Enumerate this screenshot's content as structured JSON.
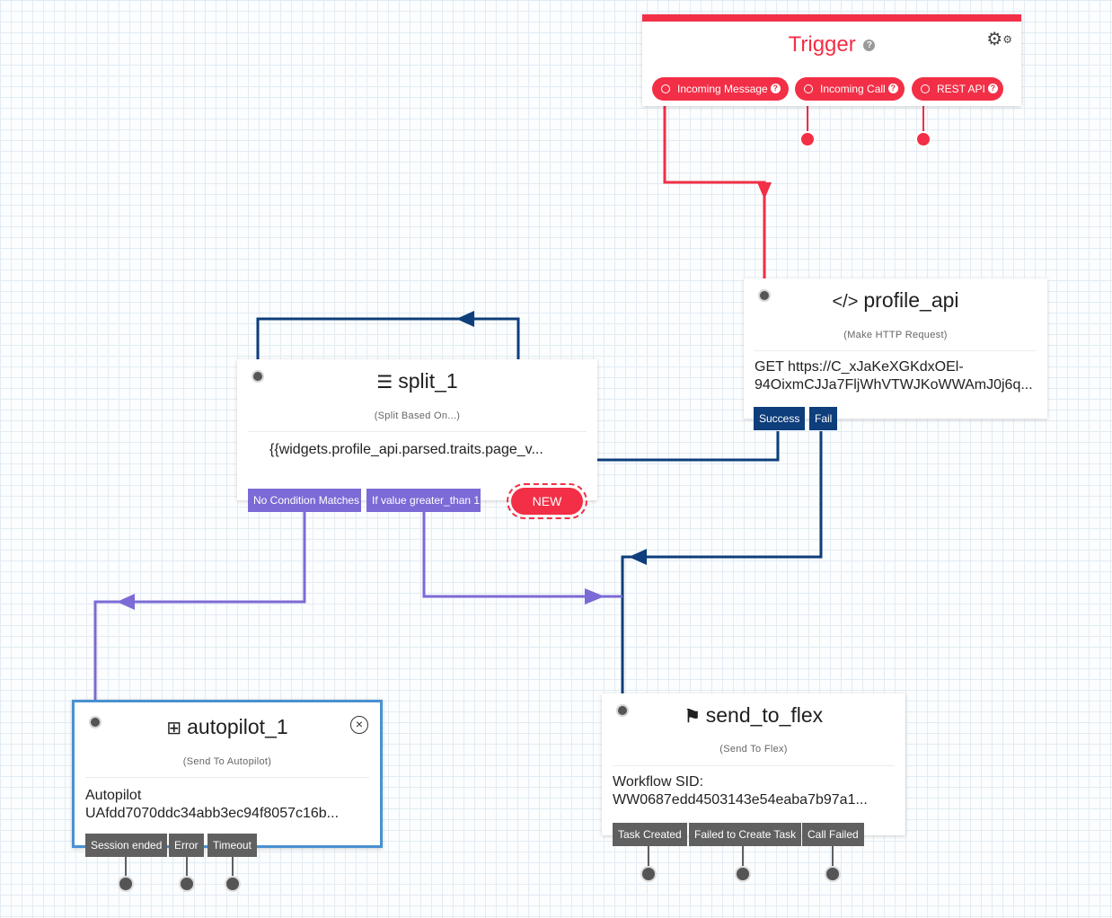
{
  "trigger": {
    "title": "Trigger",
    "help_icon": "question-circle-icon",
    "settings_icon": "gears-icon",
    "buttons": [
      {
        "label": "Incoming Message"
      },
      {
        "label": "Incoming Call"
      },
      {
        "label": "REST API"
      }
    ],
    "color": "#f22f46"
  },
  "profile_api": {
    "title": "profile_api",
    "icon": "code-icon",
    "type": "(Make HTTP Request)",
    "body_line1": "GET https://C_xJaKeXGKdxOEl-",
    "body_line2": "94OixmCJJa7FljWhVTWJKoWWAmJ0j6q...",
    "transitions": [
      "Success",
      "Fail"
    ]
  },
  "split_1": {
    "title": "split_1",
    "icon": "split-icon",
    "type": "(Split Based On...)",
    "body": "{{widgets.profile_api.parsed.traits.page_v...",
    "transitions": [
      "No Condition Matches",
      "If value greater_than 1"
    ],
    "new_label": "NEW"
  },
  "autopilot_1": {
    "title": "autopilot_1",
    "icon": "autopilot-icon",
    "close_icon": "close-circle-icon",
    "type": "(Send To Autopilot)",
    "body_line1": "Autopilot",
    "body_line2": "UAfdd7070ddc34abb3ec94f8057c16b...",
    "transitions": [
      "Session ended",
      "Error",
      "Timeout"
    ]
  },
  "send_to_flex": {
    "title": "send_to_flex",
    "icon": "flex-icon",
    "type": "(Send To Flex)",
    "body_line1": "Workflow SID:",
    "body_line2": "WW0687edd4503143e54eaba7b97a1...",
    "transitions": [
      "Task Created",
      "Failed to Create Task",
      "Call Failed"
    ]
  },
  "colors": {
    "red": "#f22f46",
    "navy": "#0e3e7b",
    "purple": "#7c6ad6",
    "gray": "#606060",
    "selected_border": "#4a90d0"
  }
}
